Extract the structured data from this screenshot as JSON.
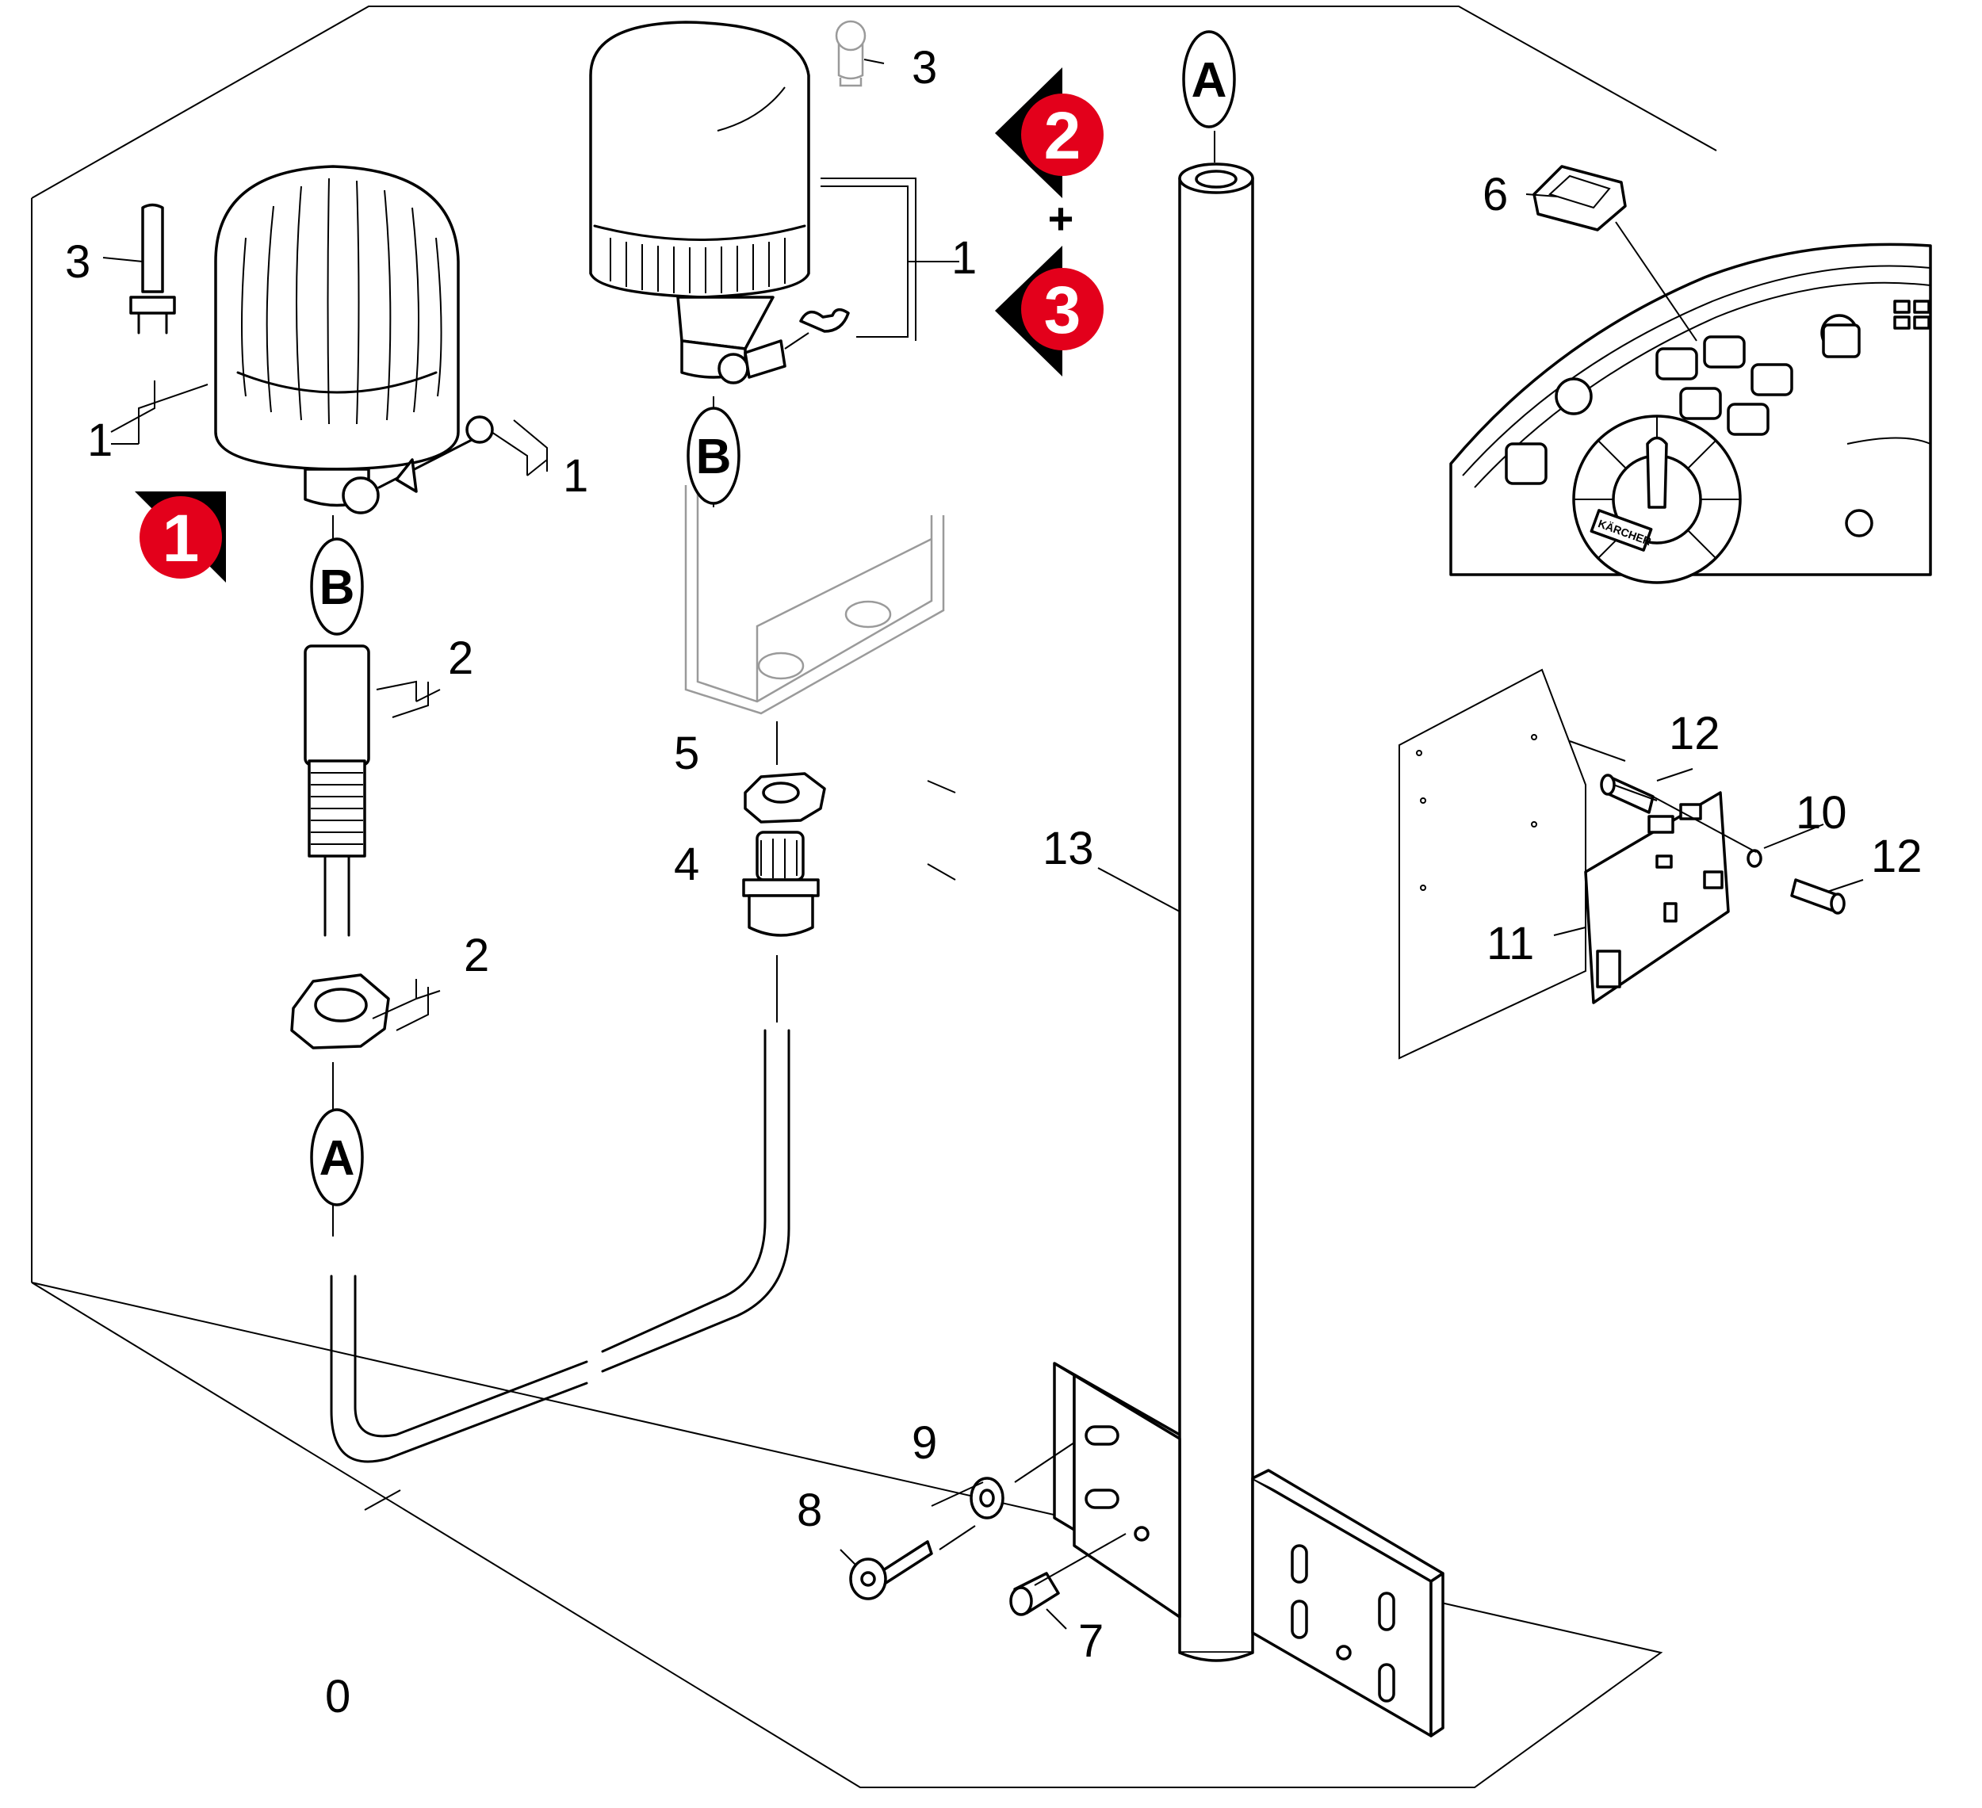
{
  "diagram": {
    "part_labels": [
      "0",
      "1",
      "1",
      "1",
      "2",
      "2",
      "3",
      "3",
      "4",
      "5",
      "6",
      "7",
      "8",
      "9",
      "10",
      "11",
      "12",
      "12",
      "13"
    ],
    "callouts": [
      "A",
      "A",
      "B",
      "B"
    ],
    "badges": [
      "1",
      "2",
      "3"
    ],
    "plus_sign": "+",
    "brand": "KÄRCHER",
    "colors": {
      "badge": "#e3001b",
      "line": "#000000",
      "secondary_line": "#9a9a9a"
    }
  }
}
